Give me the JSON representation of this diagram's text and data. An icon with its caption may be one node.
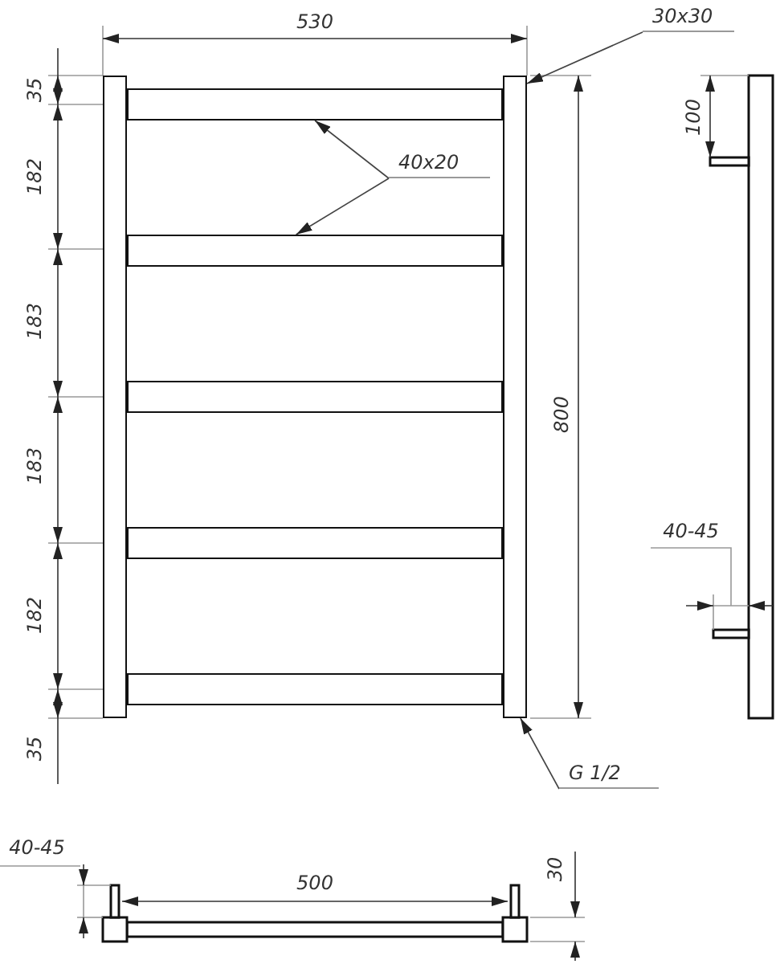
{
  "diagram": {
    "nodes": [
      {
        "text": [],
        "shape": "bar"
      },
      {
        "text": [],
        "shape": "bar"
      },
      {
        "text": [],
        "shape": "bar"
      },
      {
        "text": [],
        "shape": "bar"
      },
      {
        "text": [],
        "shape": "bar"
      },
      {
        "text": [],
        "shape": "bar"
      },
      {
        "text": [],
        "shape": "bar"
      },
      {
        "text": [
          "30x30"
        ]
      },
      {
        "text": [
          "40x20"
        ]
      },
      {
        "text": [
          "G 1/2"
        ]
      }
    ],
    "edges": [
      {
        "from": 7,
        "to": 1,
        "arrow": "to"
      },
      {
        "from": 8,
        "to": 2,
        "arrow": "to"
      },
      {
        "from": 8,
        "to": 3,
        "arrow": "to"
      },
      {
        "from": 9,
        "to": 1,
        "arrow": "to"
      }
    ],
    "labels": [
      "530",
      "35",
      "182",
      "183",
      "183",
      "182",
      "35",
      "800",
      "100",
      "40-45",
      "40-45",
      "500",
      "30"
    ]
  }
}
